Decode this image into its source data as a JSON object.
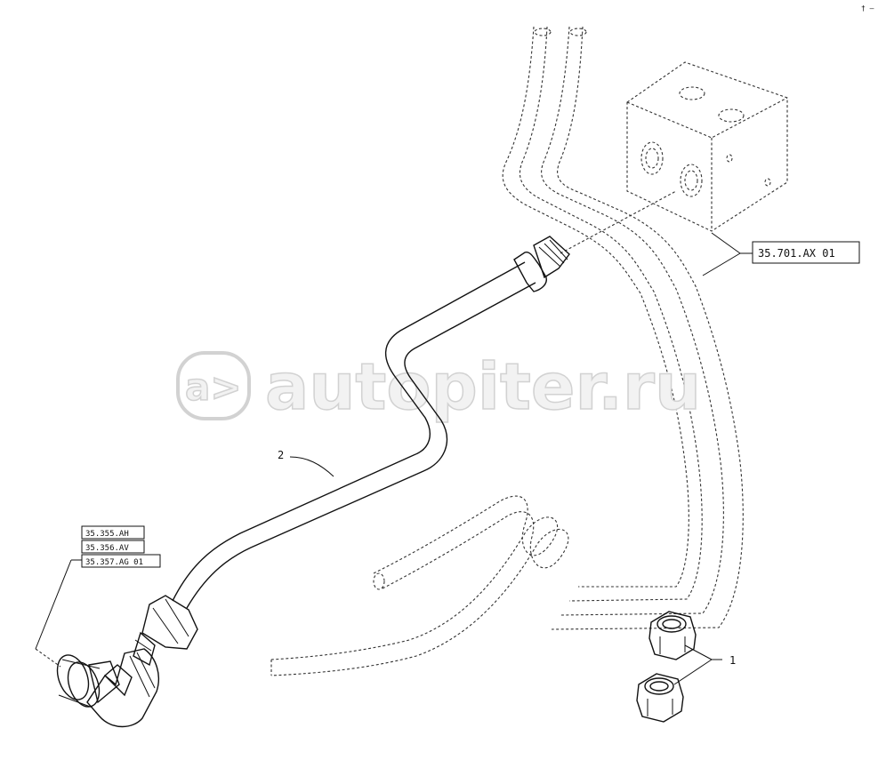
{
  "watermark": {
    "logo": "a>",
    "text": "autopiter.ru"
  },
  "callouts": {
    "ref_valve": "35.701.AX 01",
    "ref_group": [
      "35.355.AH",
      "35.356.AV",
      "35.357.AG 01"
    ],
    "item_1": "1",
    "item_2": "2"
  },
  "corner_mark": "† —"
}
